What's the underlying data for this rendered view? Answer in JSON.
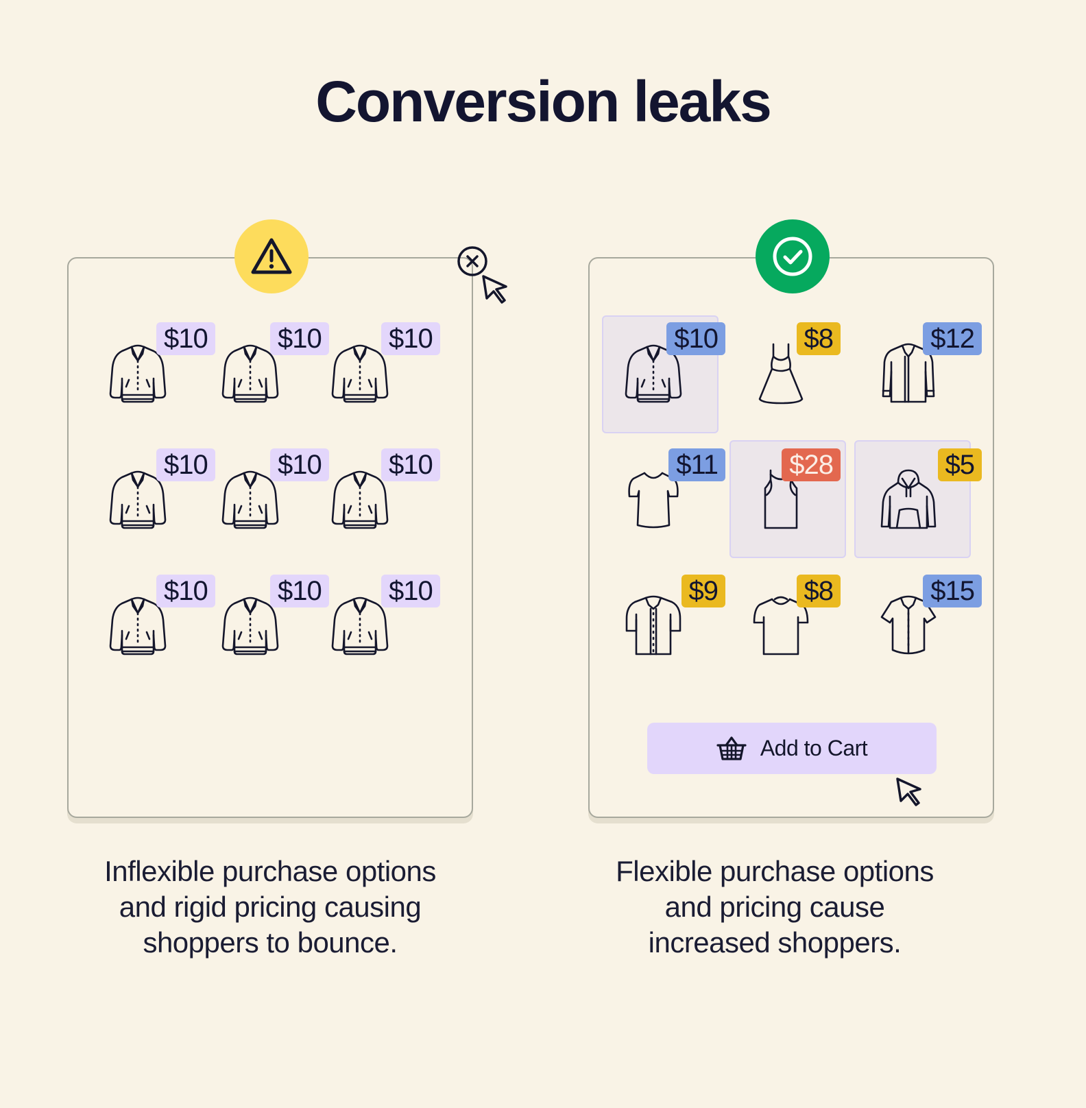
{
  "title": "Conversion leaks",
  "left_panel": {
    "items": [
      {
        "icon": "jacket-icon",
        "price": "$10"
      },
      {
        "icon": "jacket-icon",
        "price": "$10"
      },
      {
        "icon": "jacket-icon",
        "price": "$10"
      },
      {
        "icon": "jacket-icon",
        "price": "$10"
      },
      {
        "icon": "jacket-icon",
        "price": "$10"
      },
      {
        "icon": "jacket-icon",
        "price": "$10"
      },
      {
        "icon": "jacket-icon",
        "price": "$10"
      },
      {
        "icon": "jacket-icon",
        "price": "$10"
      },
      {
        "icon": "jacket-icon",
        "price": "$10"
      }
    ],
    "caption": [
      "Inflexible purchase options",
      "and rigid pricing causing",
      "shoppers to bounce."
    ]
  },
  "right_panel": {
    "items": [
      {
        "icon": "jacket-icon",
        "price": "$10",
        "tag_color": "#7c9ee2",
        "selected": true
      },
      {
        "icon": "dress-icon",
        "price": "$8",
        "tag_color": "#eab920",
        "selected": false
      },
      {
        "icon": "long-shirt-icon",
        "price": "$12",
        "tag_color": "#7c9ee2",
        "selected": false
      },
      {
        "icon": "tshirt-icon",
        "price": "$11",
        "tag_color": "#7c9ee2",
        "selected": false
      },
      {
        "icon": "tank-top-icon",
        "price": "$28",
        "tag_color": "#e3684f",
        "selected": true
      },
      {
        "icon": "hoodie-icon",
        "price": "$5",
        "tag_color": "#eab920",
        "selected": true
      },
      {
        "icon": "short-sleeve-shirt-icon",
        "price": "$9",
        "tag_color": "#eab920",
        "selected": false
      },
      {
        "icon": "tee-icon",
        "price": "$8",
        "tag_color": "#eab920",
        "selected": false
      },
      {
        "icon": "polo-shirt-icon",
        "price": "$15",
        "tag_color": "#7c9ee2",
        "selected": false
      }
    ],
    "button_label": "Add to Cart",
    "caption": [
      "Flexible purchase options",
      "and pricing cause",
      "increased shoppers."
    ]
  },
  "colors": {
    "background": "#f9f3e6",
    "warning": "#fddc5c",
    "success": "#06a95e",
    "tag_lavender": "#e3d6fb",
    "tag_blue": "#7c9ee2",
    "tag_gold": "#eab920",
    "tag_red": "#e3684f"
  }
}
